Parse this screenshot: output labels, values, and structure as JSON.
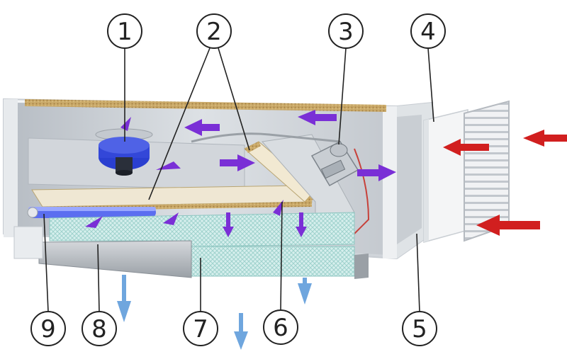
{
  "diagram": {
    "callouts": [
      {
        "number": "1",
        "label": "fan"
      },
      {
        "number": "2",
        "label": "insulation-panel"
      },
      {
        "number": "3",
        "label": "heater-element"
      },
      {
        "number": "4",
        "label": "inlet-filter"
      },
      {
        "number": "5",
        "label": "front-frame"
      },
      {
        "number": "6",
        "label": "bypass-damper"
      },
      {
        "number": "7",
        "label": "heat-exchanger"
      },
      {
        "number": "8",
        "label": "housing-base"
      },
      {
        "number": "9",
        "label": "condensate-tube"
      }
    ]
  },
  "colors": {
    "housing": "#e9ecef",
    "housing_shadow": "#b9bec4",
    "insulation": "#c9a868",
    "fan": "#2a3fd0",
    "flow_arrow": "#7a2fd6",
    "inlet_arrow": "#d11f1f",
    "outlet_arrow": "#6fa6de",
    "exchanger": "#bfe6e3",
    "leader": "#222222"
  }
}
